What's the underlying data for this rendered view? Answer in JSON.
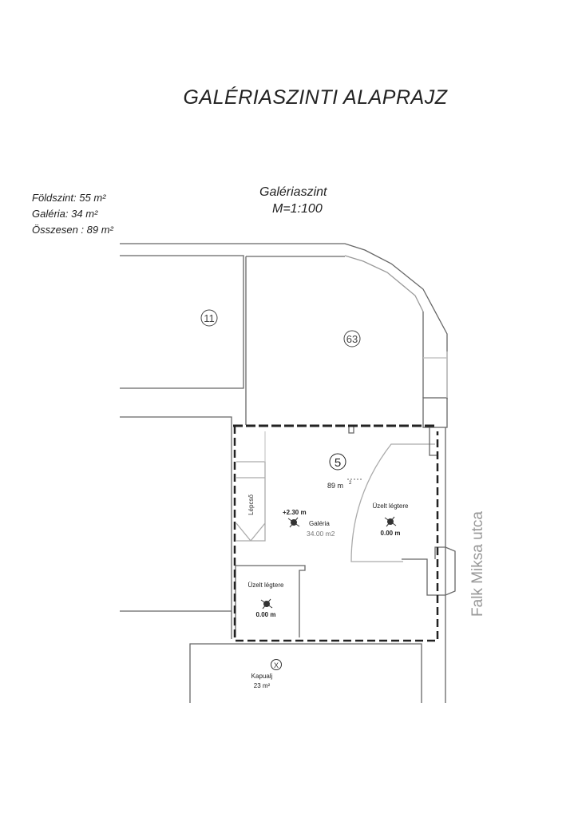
{
  "title": "GALÉRIASZINTI ALAPRAJZ",
  "areas": {
    "ground": "Földszint:  55 m²",
    "gallery": "Galéria:  34 m²",
    "total": "Összesen : 89 m²"
  },
  "level": {
    "name": "Galériaszint",
    "scale": "M=1:100"
  },
  "rooms": {
    "r11": "11",
    "r63": "63",
    "r5": {
      "num": "5",
      "area": "89 m",
      "sup": "2"
    },
    "stair": "Lépcső",
    "gallery": {
      "height": "+2.30 m",
      "name": "Galéria",
      "area": "34.00 m2"
    },
    "void_right": {
      "name": "Üzelt légtere",
      "height": "0.00 m"
    },
    "void_left": {
      "name": "Üzelt légtere",
      "height": "0.00 m"
    },
    "gateway": {
      "symbol": "X",
      "name": "Kapualj",
      "area": "23 m²"
    }
  },
  "street": "Falk Miksa utca"
}
